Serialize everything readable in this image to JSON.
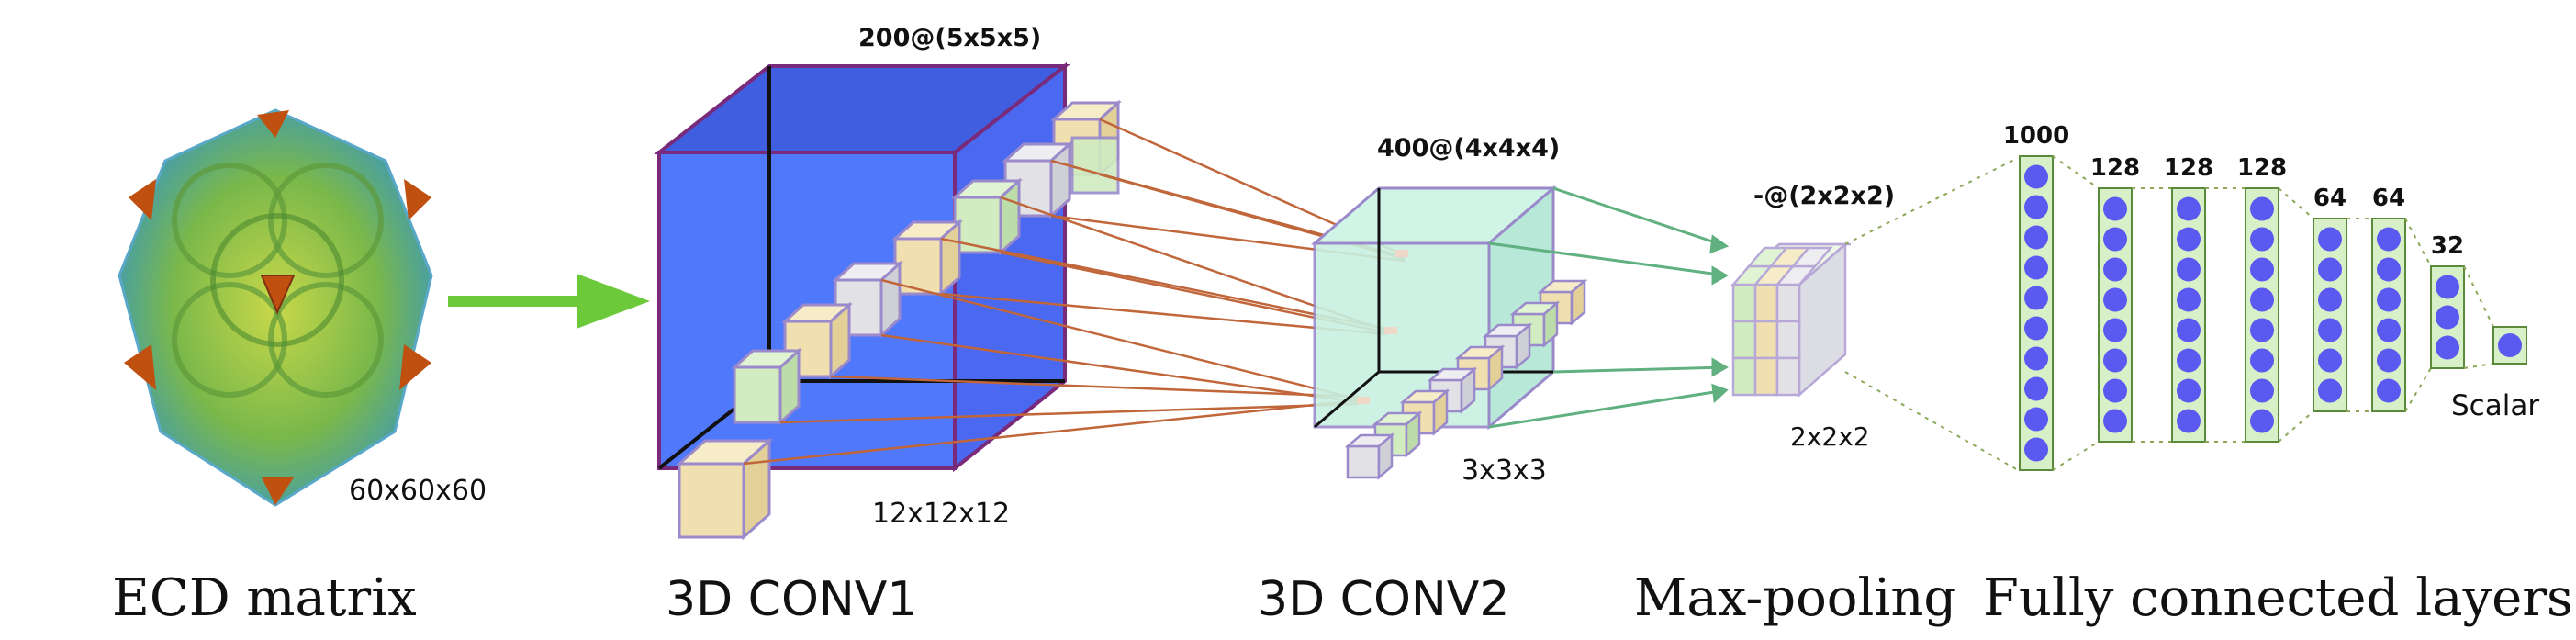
{
  "stages": {
    "input": {
      "caption": "ECD matrix",
      "size": "60x60x60"
    },
    "conv1": {
      "caption": "3D  CONV1",
      "filters": "200@(5x5x5)",
      "size": "12x12x12"
    },
    "conv2": {
      "caption": "3D  CONV2",
      "filters": "400@(4x4x4)",
      "size": "3x3x3"
    },
    "pool": {
      "caption": "Max-pooling",
      "filters": "-@(2x2x2)",
      "size": "2x2x2"
    },
    "fc": {
      "caption": "Fully connected layers",
      "layers": [
        "1000",
        "128",
        "128",
        "128",
        "64",
        "64",
        "32"
      ],
      "output": "Scalar"
    }
  },
  "colors": {
    "arrow_green": "#6cc93a",
    "conv1_blue": "#5078fa",
    "conv2_mint": "#c8f0e0",
    "neuron_blue": "#5a5af0",
    "fc_layer_fill": "#d8f0c8",
    "cube_beige": "#f0e0b0",
    "cube_green": "#d0ecc0",
    "cube_grey": "#e2e2e6",
    "kernel_lines": "#c0663a",
    "pool_lines": "#60b080"
  }
}
